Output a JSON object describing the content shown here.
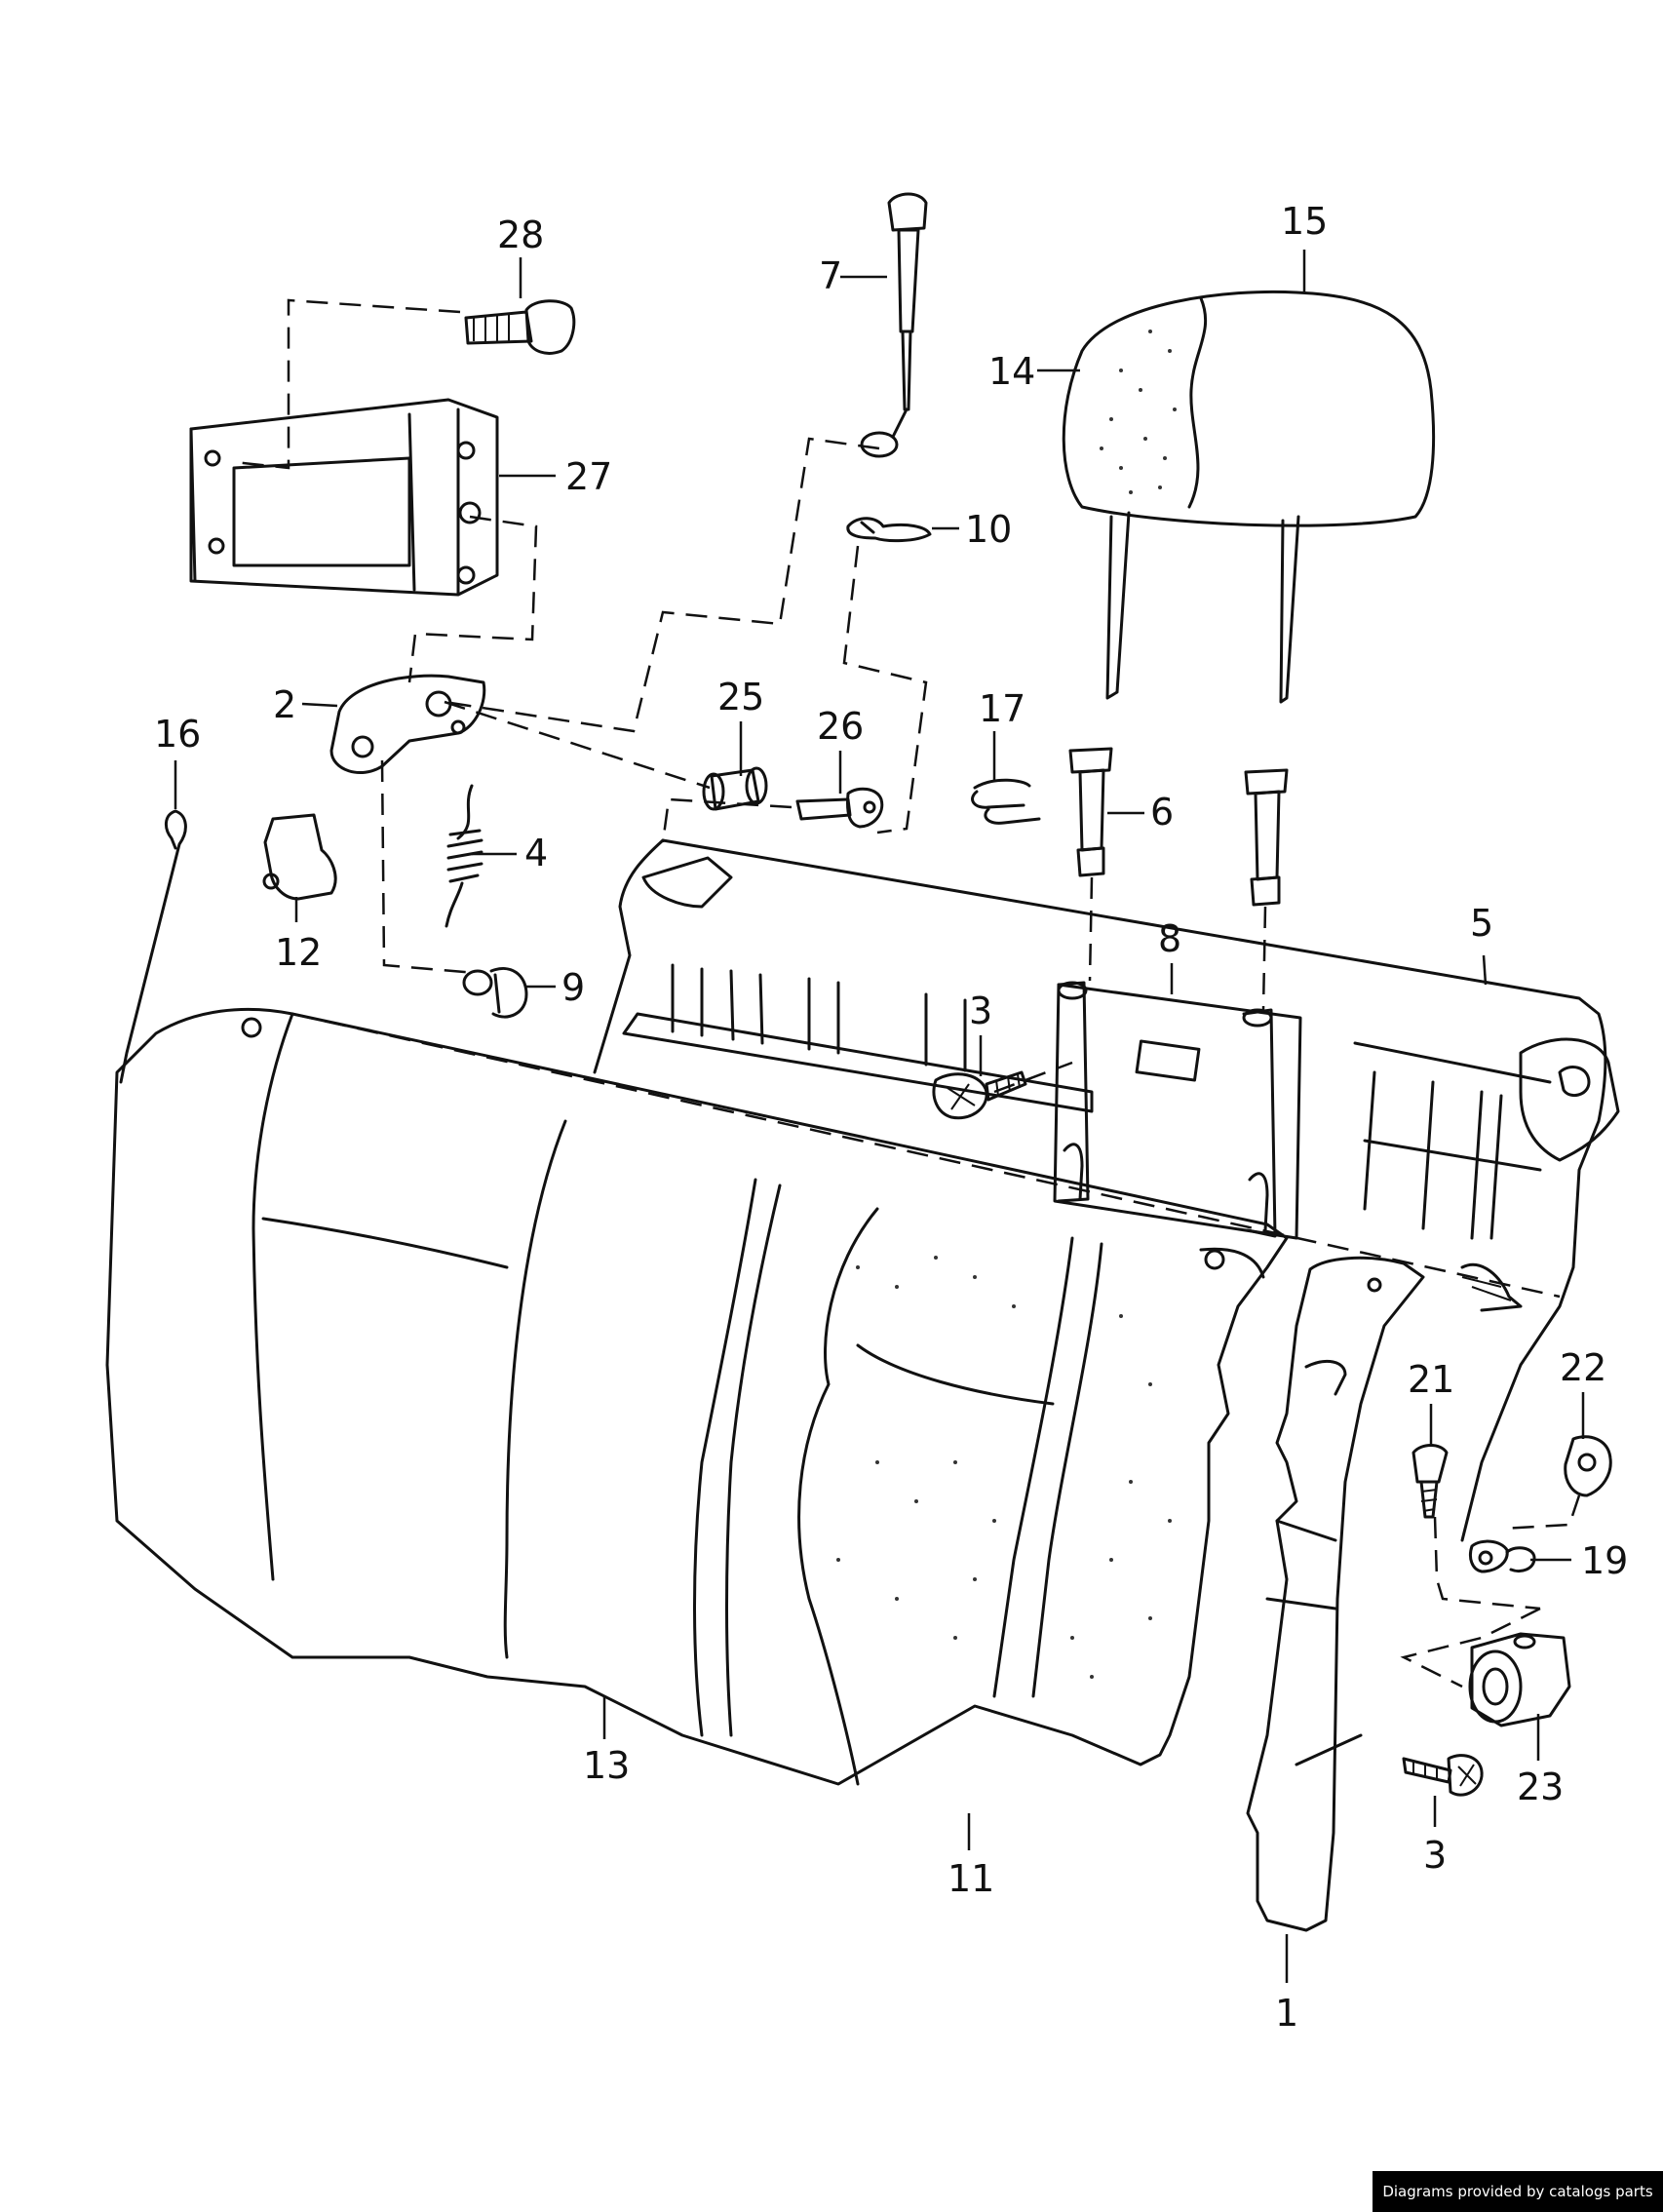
{
  "callouts": [
    {
      "id": "c28",
      "label": "28"
    },
    {
      "id": "c27",
      "label": "27"
    },
    {
      "id": "c7",
      "label": "7"
    },
    {
      "id": "c15",
      "label": "15"
    },
    {
      "id": "c14",
      "label": "14"
    },
    {
      "id": "c10",
      "label": "10"
    },
    {
      "id": "c2",
      "label": "2"
    },
    {
      "id": "c25",
      "label": "25"
    },
    {
      "id": "c26",
      "label": "26"
    },
    {
      "id": "c17",
      "label": "17"
    },
    {
      "id": "c16",
      "label": "16"
    },
    {
      "id": "c6",
      "label": "6"
    },
    {
      "id": "c4",
      "label": "4"
    },
    {
      "id": "c12",
      "label": "12"
    },
    {
      "id": "c8",
      "label": "8"
    },
    {
      "id": "c5",
      "label": "5"
    },
    {
      "id": "c9",
      "label": "9"
    },
    {
      "id": "c3a",
      "label": "3"
    },
    {
      "id": "c22",
      "label": "22"
    },
    {
      "id": "c21",
      "label": "21"
    },
    {
      "id": "c19",
      "label": "19"
    },
    {
      "id": "c13",
      "label": "13"
    },
    {
      "id": "c23",
      "label": "23"
    },
    {
      "id": "c3b",
      "label": "3"
    },
    {
      "id": "c11",
      "label": "11"
    },
    {
      "id": "c1",
      "label": "1"
    }
  ],
  "footer": {
    "credit": "Diagrams provided by catalogs parts"
  }
}
